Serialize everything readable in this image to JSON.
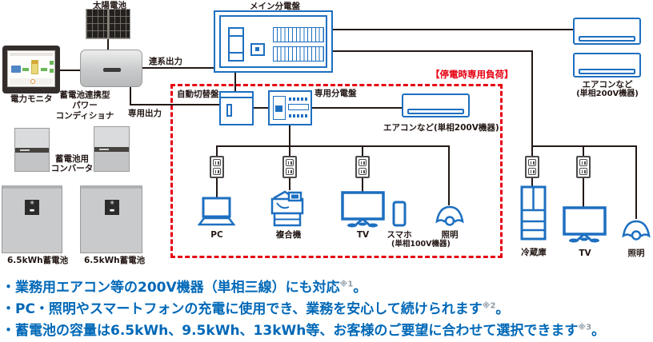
{
  "colors": {
    "device_blue": "#1d6fc0",
    "wire_dark": "#231815",
    "backup_red": "#e60012",
    "note_text_blue": "#0068b7",
    "note_ref_gray": "#8f9aa6"
  },
  "diagram": {
    "labels": {
      "solar_panel": "太陽電池",
      "power_monitor": "電力モニタ",
      "conditioner_line1": "蓄電池連携型",
      "conditioner_line2": "パワー",
      "conditioner_line3": "コンディショナ",
      "grid_output": "連系出力",
      "dedicated_output": "専用出力",
      "converter_line1": "蓄電池用",
      "converter_line2": "コンバータ",
      "battery_left": "6.5kWh蓄電池",
      "battery_right": "6.5kWh蓄電池",
      "main_distribution_board": "メイン分電盤",
      "auto_transfer_switch": "自動切替盤",
      "dedicated_distribution_board": "専用分電盤",
      "backup_load_title": "【停電時専用負荷】",
      "aircon_backup": "エアコンなど(単相200V機器)",
      "aircon_right_line1": "エアコンなど",
      "aircon_right_line2": "(単相200V機器)",
      "pc": "PC",
      "multifunction_printer": "複合機",
      "tv_backup": "TV",
      "smartphone": "スマホ",
      "smartphone_note": "(単相100V機器)",
      "light_backup": "照明",
      "refrigerator": "冷蔵庫",
      "tv_right": "TV",
      "light_right": "照明"
    }
  },
  "notes": [
    {
      "text": "・業務用エアコン等の200V機器（単相三線）にも対応",
      "ref": "※1",
      "period": "。"
    },
    {
      "text": "・PC・照明やスマートフォンの充電に使用でき、業務を安心して続けられます",
      "ref": "※2",
      "period": "。"
    },
    {
      "text": "・蓄電池の容量は6.5kWh、9.5kWh、13kWh等、お客様のご要望に合わせて選択できます",
      "ref": "※3",
      "period": "。"
    }
  ]
}
